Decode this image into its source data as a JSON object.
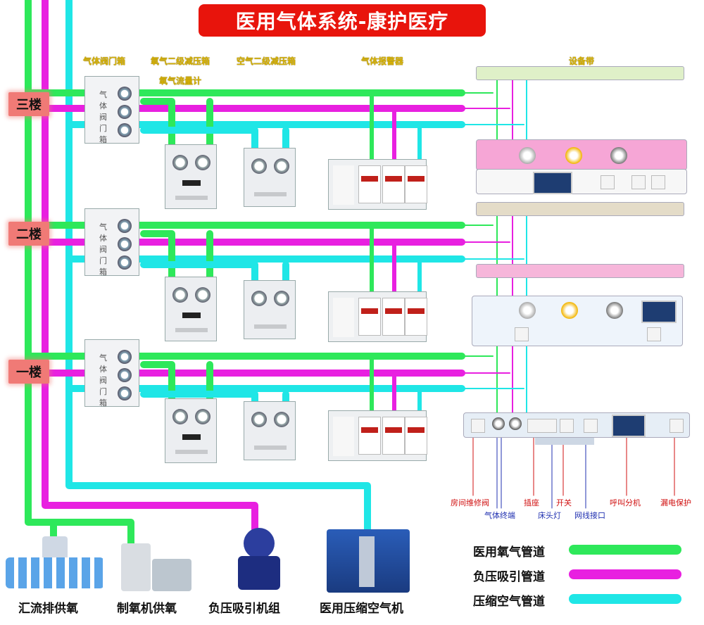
{
  "title": "医用气体系统-康护医疗",
  "headers": {
    "valve_box": "气体阀门箱",
    "oxygen_regulator": "氧气二级减压箱",
    "oxygen_flowmeter": "氧气流量计",
    "air_regulator": "空气二级减压箱",
    "gas_alarm": "气体报警器",
    "equipment_belt": "设备带"
  },
  "floors": [
    "三楼",
    "二楼",
    "一楼"
  ],
  "valve_box_text": "气体阀门箱",
  "callouts": {
    "row1": [
      "房间维修阀",
      "插座",
      "开关",
      "呼叫分机",
      "漏电保护"
    ],
    "row2": [
      "气体终端",
      "床头灯",
      "网线接口"
    ]
  },
  "sources": [
    "汇流排供氧",
    "制氧机供氧",
    "负压吸引机组",
    "医用压缩空气机"
  ],
  "legend": [
    {
      "label": "医用氧气管道",
      "color": "#2ee85a"
    },
    {
      "label": "负压吸引管道",
      "color": "#e820e0"
    },
    {
      "label": "压缩空气管道",
      "color": "#1fe6e6"
    }
  ],
  "colors": {
    "title_bg": "#e8140c",
    "floor_bg": "#f07a76",
    "header_text": "#d7b100",
    "oxygen": "#2ee85a",
    "suction": "#e820e0",
    "air": "#1fe6e6",
    "callout_red": "#d01010",
    "callout_blue": "#2030b0"
  }
}
